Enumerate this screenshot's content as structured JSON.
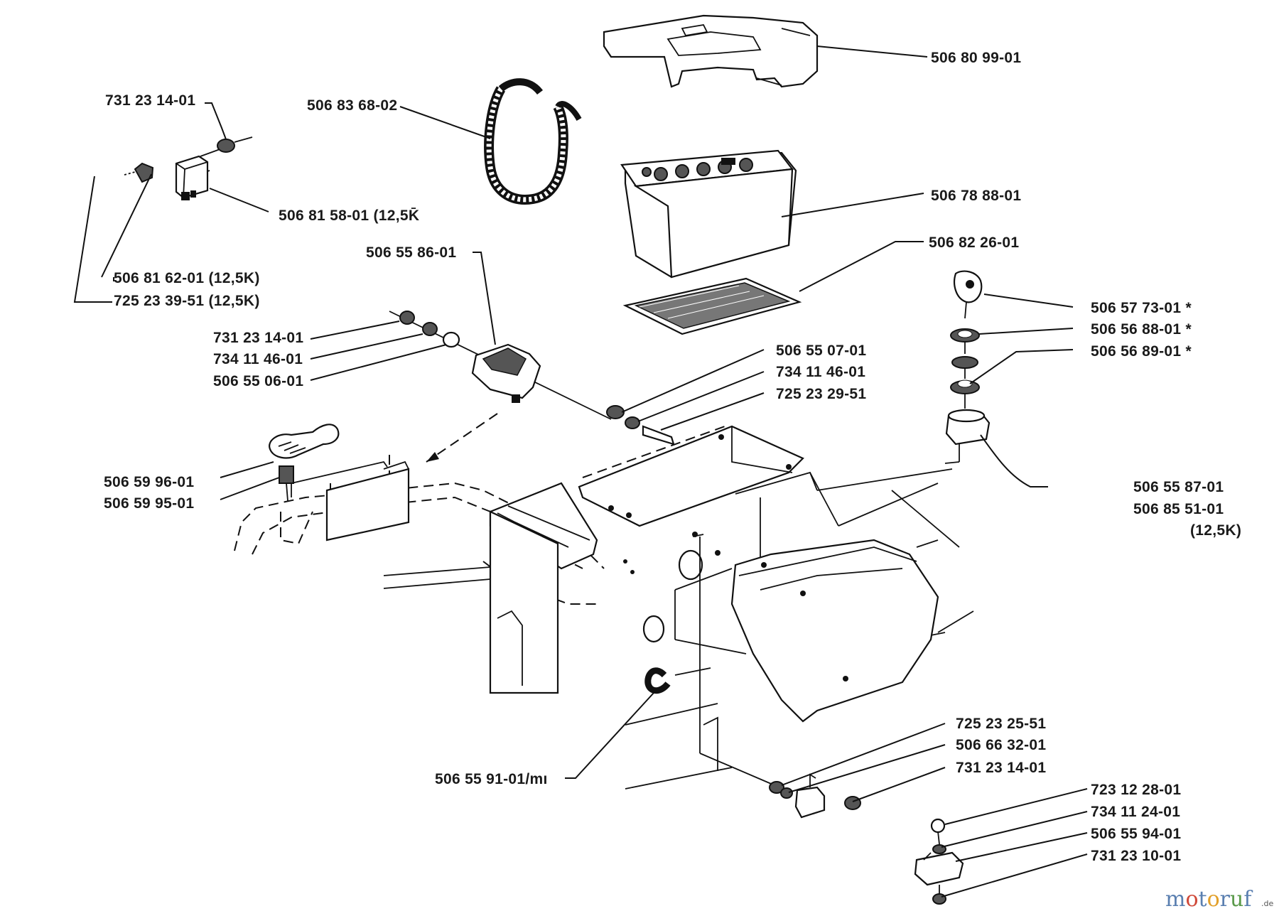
{
  "labels": [
    {
      "id": "p1",
      "text": "506 80 99-01"
    },
    {
      "id": "p2",
      "text": "731 23 14-01"
    },
    {
      "id": "p3",
      "text": "506 83 68-02"
    },
    {
      "id": "p4",
      "text": "506 81 58-01 (12,5K̄"
    },
    {
      "id": "p5",
      "text": "506 78 88-01"
    },
    {
      "id": "p6",
      "text": "506 82 26-01"
    },
    {
      "id": "p7",
      "text": "506 81 62-01 (12,5K)"
    },
    {
      "id": "p8",
      "text": "725 23 39-51 (12,5K)"
    },
    {
      "id": "p9",
      "text": "506 55 86-01"
    },
    {
      "id": "p10",
      "text": "506 57 73-01  *"
    },
    {
      "id": "p11",
      "text": "506 56 88-01  *"
    },
    {
      "id": "p12",
      "text": "506 56 89-01  *"
    },
    {
      "id": "p13",
      "text": "731 23 14-01"
    },
    {
      "id": "p14",
      "text": "734 11 46-01"
    },
    {
      "id": "p15",
      "text": "506 55 06-01"
    },
    {
      "id": "p16",
      "text": "506 55 07-01"
    },
    {
      "id": "p17",
      "text": "734 11 46-01"
    },
    {
      "id": "p18",
      "text": "725 23 29-51"
    },
    {
      "id": "p19",
      "text": "506 59 96-01"
    },
    {
      "id": "p20",
      "text": "506 59 95-01"
    },
    {
      "id": "p21",
      "text": "506 55 87-01"
    },
    {
      "id": "p22",
      "text": "506 85 51-01"
    },
    {
      "id": "p23",
      "text": "(12,5K)"
    },
    {
      "id": "p24",
      "text": "725 23 25-51"
    },
    {
      "id": "p25",
      "text": "506 66 32-01"
    },
    {
      "id": "p26",
      "text": "731 23 14-01"
    },
    {
      "id": "p27",
      "text": "506 55 91-01/mı"
    },
    {
      "id": "p28",
      "text": "723 12 28-01"
    },
    {
      "id": "p29",
      "text": "734 11 24-01"
    },
    {
      "id": "p30",
      "text": "506 55 94-01"
    },
    {
      "id": "p31",
      "text": "731 23 10-01"
    }
  ],
  "watermark": {
    "text": "motoruf",
    "suffix": ".de"
  }
}
